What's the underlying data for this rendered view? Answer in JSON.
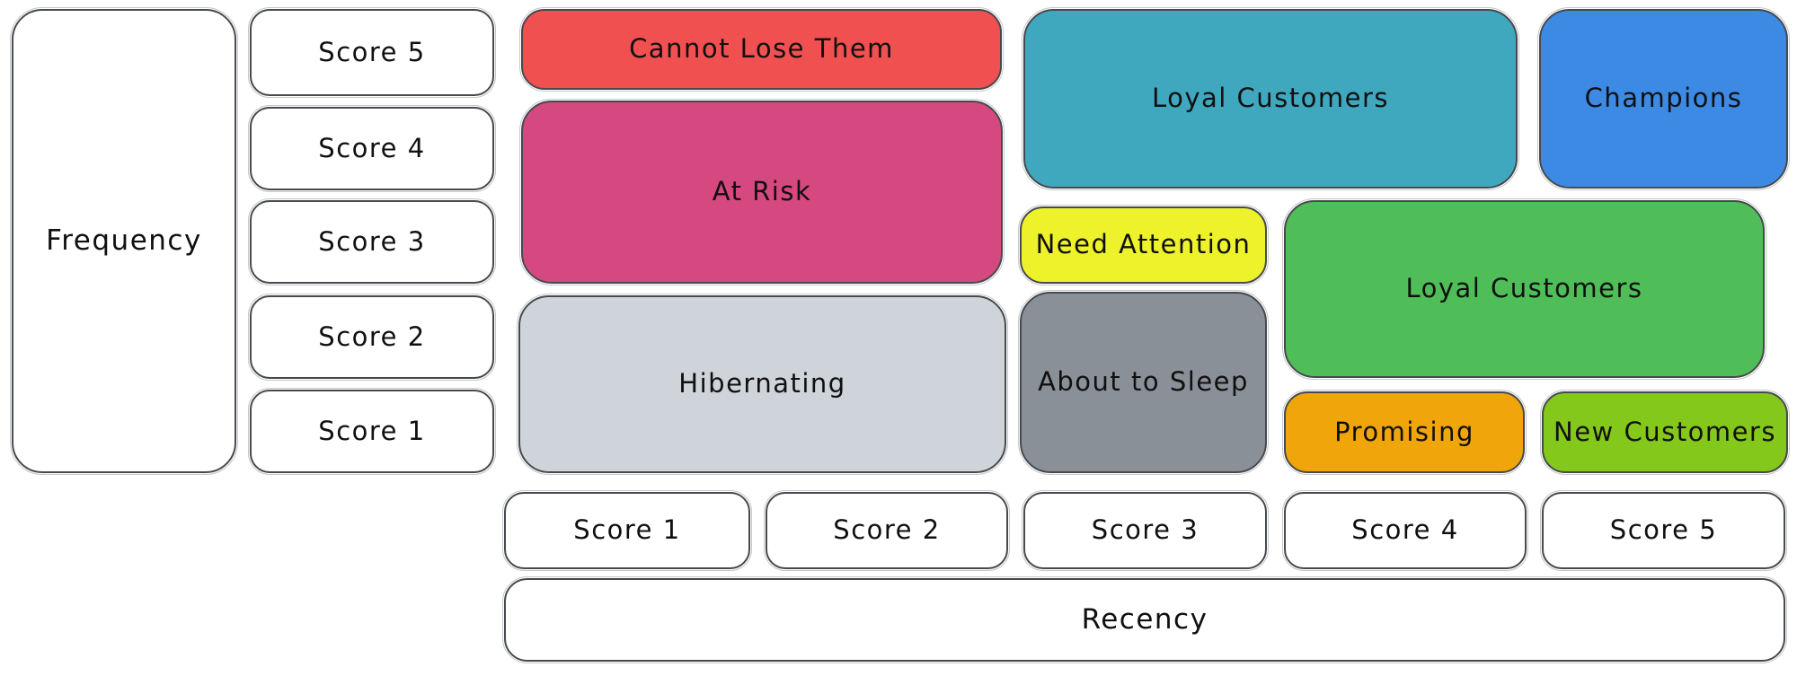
{
  "axes": {
    "y_label": "Frequency",
    "x_label": "Recency",
    "y_scores": [
      "Score 5",
      "Score 4",
      "Score 3",
      "Score 2",
      "Score 1"
    ],
    "x_scores": [
      "Score 1",
      "Score 2",
      "Score 3",
      "Score 4",
      "Score 5"
    ]
  },
  "segments": {
    "cannot_lose_them": {
      "label": "Cannot Lose Them",
      "color": "#f05050"
    },
    "at_risk": {
      "label": "At Risk",
      "color": "#d64880"
    },
    "hibernating": {
      "label": "Hibernating",
      "color": "#ced4da"
    },
    "loyal_customers_top": {
      "label": "Loyal Customers",
      "color": "#3fa8bf"
    },
    "champions": {
      "label": "Champions",
      "color": "#3d8ae5"
    },
    "need_attention": {
      "label": "Need Attention",
      "color": "#edf22b"
    },
    "loyal_customers_right": {
      "label": "Loyal Customers",
      "color": "#4fbe58"
    },
    "about_to_sleep": {
      "label": "About to Sleep",
      "color": "#8a9097"
    },
    "promising": {
      "label": "Promising",
      "color": "#f0a50a"
    },
    "new_customers": {
      "label": "New Customers",
      "color": "#84c81b"
    }
  }
}
